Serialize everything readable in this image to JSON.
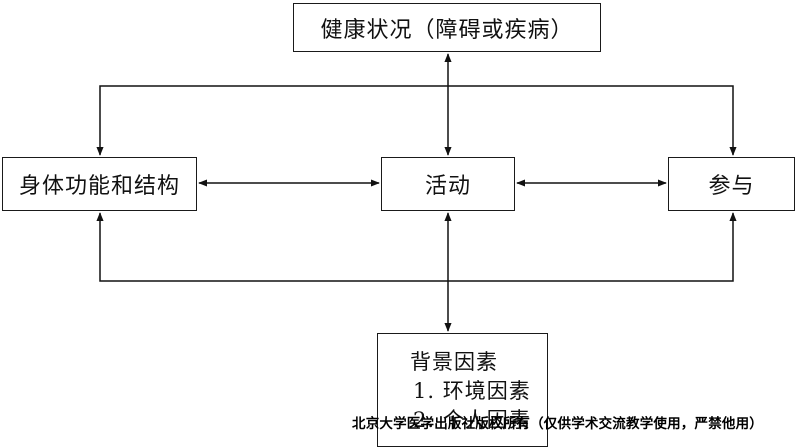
{
  "boxes": {
    "health": "健康状况（障碍或疾病）",
    "body": "身体功能和结构",
    "activity": "活动",
    "participation": "参与",
    "context": {
      "title": "背景因素",
      "items": [
        "1. 环境因素",
        "2. 个人因素"
      ]
    }
  },
  "watermark": "北京大学医学出版社版权所有（仅供学术交流教学使用，严禁他用）"
}
